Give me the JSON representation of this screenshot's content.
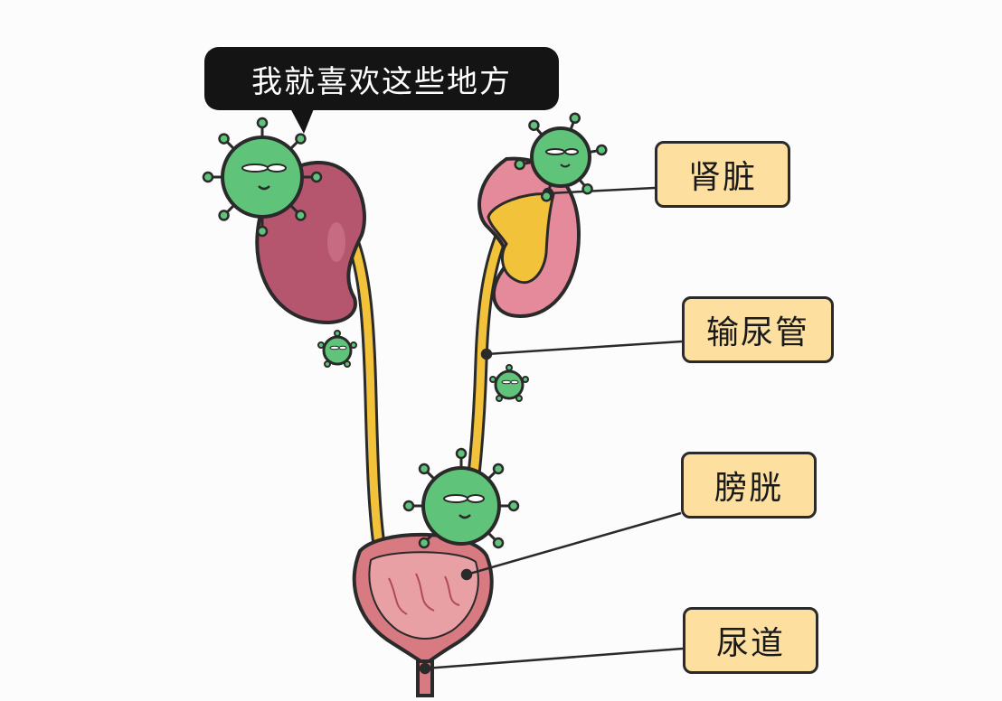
{
  "speech_bubble": {
    "text": "我就喜欢这些地方"
  },
  "labels": {
    "kidney": "肾脏",
    "ureter": "输尿管",
    "bladder": "膀胱",
    "urethra": "尿道"
  },
  "colors": {
    "kidney": "#b5566e",
    "ureter": "#f2c23a",
    "bladder": "#d87a82",
    "virus": "#5fc47a",
    "label_fill": "#fddfa0",
    "bubble": "#141414"
  }
}
